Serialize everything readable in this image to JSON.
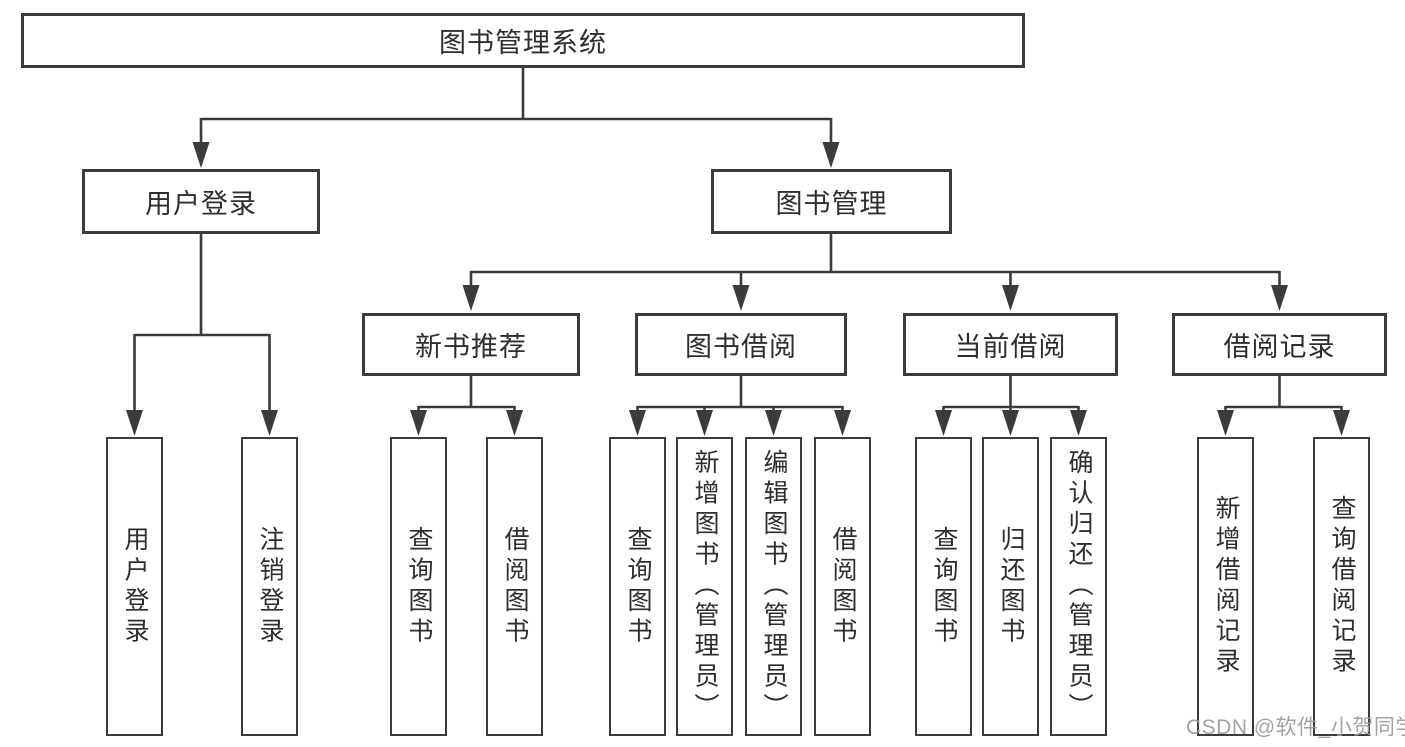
{
  "diagram": {
    "title": "图书管理系统",
    "branches": [
      {
        "label": "用户登录",
        "leaves": [
          "用户登录",
          "注销登录"
        ]
      },
      {
        "label": "图书管理",
        "sections": [
          {
            "label": "新书推荐",
            "leaves": [
              "查询图书",
              "借阅图书"
            ]
          },
          {
            "label": "图书借阅",
            "leaves": [
              "查询图书",
              "新增图书（管理员）",
              "编辑图书（管理员）",
              "借阅图书"
            ]
          },
          {
            "label": "当前借阅",
            "leaves": [
              "查询图书",
              "归还图书",
              "确认归还（管理员）"
            ]
          },
          {
            "label": "借阅记录",
            "leaves": [
              "新增借阅记录",
              "查询借阅记录"
            ]
          }
        ]
      }
    ]
  },
  "watermark": {
    "text": "CSDN @软件_小贺同学"
  },
  "colors": {
    "line": "#3b3b3b",
    "box_border": "#3b3b3b",
    "text": "#2e2e2e",
    "watermark": "#9c9c9c",
    "background": "#ffffff"
  }
}
